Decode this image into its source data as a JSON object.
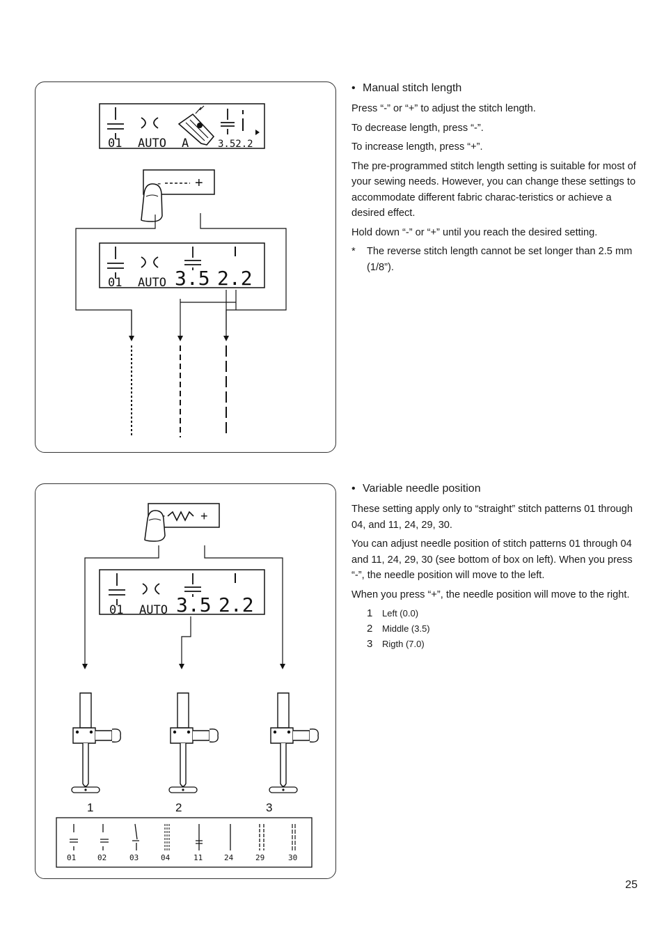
{
  "section1": {
    "heading": "Manual stitch length",
    "paragraphs": [
      "Press “-” or “+” to adjust the stitch length.",
      "To decrease length, press “-”.",
      "To increase length, press “+”.",
      "The pre-programmed stitch length setting is suitable for most of your sewing needs. However, you can change these settings to accommodate different fabric charac-teristics or achieve a desired effect.",
      "Hold down “-” or “+” until you reach the desired setting."
    ],
    "note_mark": "*",
    "note": "The reverse stitch length cannot be set longer than 2.5 mm (1/8”).",
    "lcd_top": {
      "pattern": "01",
      "mode": "AUTO",
      "letter": "A",
      "values": "3.52.2"
    },
    "key": {
      "minus": "-",
      "plus": "+"
    },
    "lcd_bottom": {
      "pattern": "01",
      "mode": "AUTO",
      "width": "3.5",
      "length": "2.2"
    }
  },
  "section2": {
    "heading": "Variable needle position",
    "paragraphs": [
      "These setting apply only to “straight” stitch patterns 01 through 04, and 11, 24, 29, 30.",
      "You can adjust needle position of stitch patterns 01 through 04 and 11, 24, 29, 30 (see bottom of box on left). When you press “-”, the needle position will move to the left.",
      "When you press “+”, the needle position will move to the right."
    ],
    "positions": [
      {
        "num": "1",
        "label": "Left (0.0)"
      },
      {
        "num": "2",
        "label": "Middle (3.5)"
      },
      {
        "num": "3",
        "label": "Rigth (7.0)"
      }
    ],
    "key": {
      "minus": "-",
      "plus": "+"
    },
    "lcd": {
      "pattern": "01",
      "mode": "AUTO",
      "width": "3.5",
      "length": "2.2"
    },
    "needle_labels": [
      "1",
      "2",
      "3"
    ],
    "patterns": [
      "01",
      "02",
      "03",
      "04",
      "11",
      "24",
      "29",
      "30"
    ]
  },
  "page_number": "25"
}
